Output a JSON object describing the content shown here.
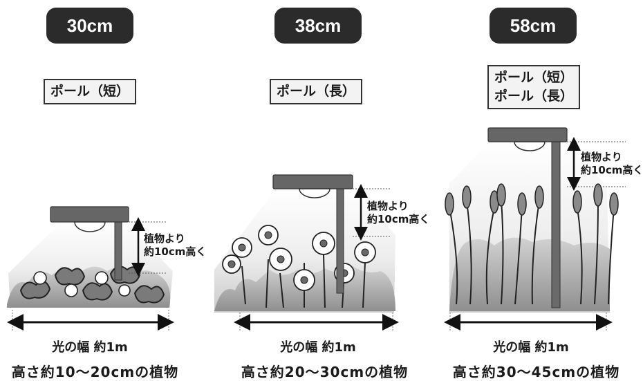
{
  "panels": [
    {
      "height_badge": "30cm",
      "pole_lines": [
        "ポール（短）"
      ],
      "note_line1": "植物より",
      "note_line2": "約10cm高く",
      "light_width": "光の幅 約1m",
      "plant_range": "高さ約10〜20cmの植物",
      "plant_icon": "pansy-plants-icon"
    },
    {
      "height_badge": "38cm",
      "pole_lines": [
        "ポール（長）"
      ],
      "note_line1": "植物より",
      "note_line2": "約10cm高く",
      "light_width": "光の幅 約1m",
      "plant_range": "高さ約20〜30cmの植物",
      "plant_icon": "daisy-plants-icon"
    },
    {
      "height_badge": "58cm",
      "pole_lines": [
        "ポール（短）",
        "ポール（長）"
      ],
      "note_line1": "植物より",
      "note_line2": "約10cm高く",
      "light_width": "光の幅 約1m",
      "plant_range": "高さ約30〜45cmの植物",
      "plant_icon": "lavender-plants-icon"
    }
  ],
  "colors": {
    "badge": "#2b2b2b",
    "lamp": "#666666",
    "pole": "#6a6a6a",
    "foliage": "#8c8c8c"
  }
}
